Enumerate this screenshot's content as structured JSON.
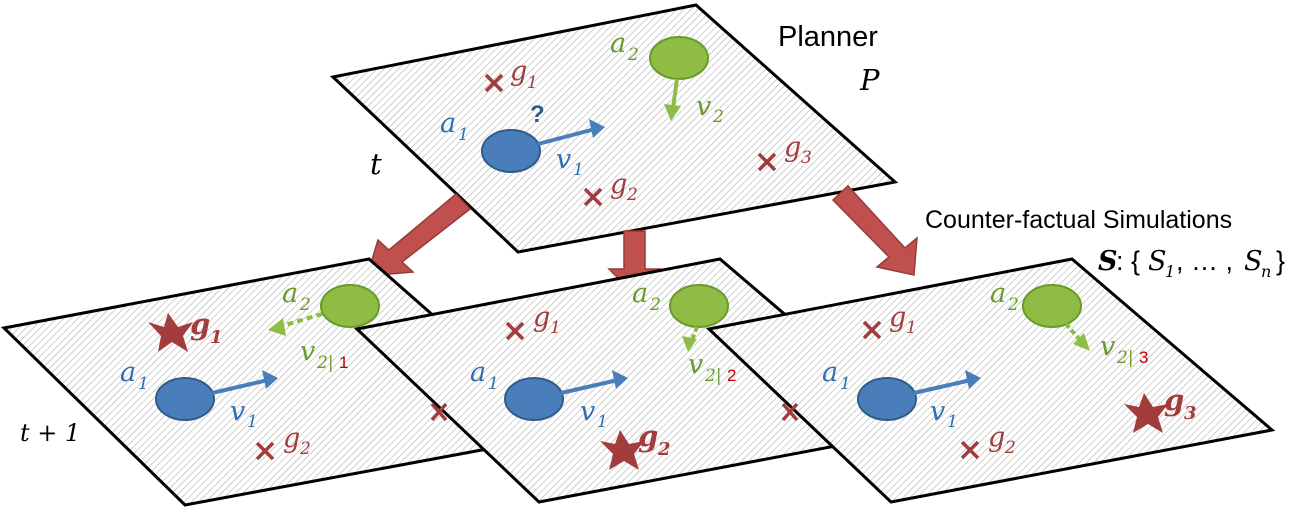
{
  "colors": {
    "agent1": "#4a7ebb",
    "agent2": "#8fbc45",
    "goal": "#a33c3c",
    "flow_arrow": "#c0504d",
    "plane_border": "#000000",
    "hatch": "#b8b8b8"
  },
  "planner": {
    "title": "Planner",
    "symbol": "P",
    "time_label": "t",
    "question_mark": "?",
    "agents": [
      {
        "name": "a",
        "index": "1",
        "velocity": "v",
        "velocity_index": "1"
      },
      {
        "name": "a",
        "index": "2",
        "velocity": "v",
        "velocity_index": "2"
      }
    ],
    "goals": [
      {
        "name": "g",
        "index": "1"
      },
      {
        "name": "g",
        "index": "2"
      },
      {
        "name": "g",
        "index": "3"
      }
    ]
  },
  "simulations": {
    "title": "Counter-factual Simulations",
    "set_symbol": "S",
    "set_open": ": {",
    "first": "S",
    "first_index": "1",
    "ellipsis": ", … ,",
    "last": "S",
    "last_index": "n",
    "set_close": "}",
    "time_label": "t + 1",
    "panels": [
      {
        "velocity_subscript": "2|",
        "sim_index": "1",
        "active_goal": "1"
      },
      {
        "velocity_subscript": "2|",
        "sim_index": "2",
        "active_goal": "2"
      },
      {
        "velocity_subscript": "2|",
        "sim_index": "3",
        "active_goal": "3"
      }
    ]
  }
}
